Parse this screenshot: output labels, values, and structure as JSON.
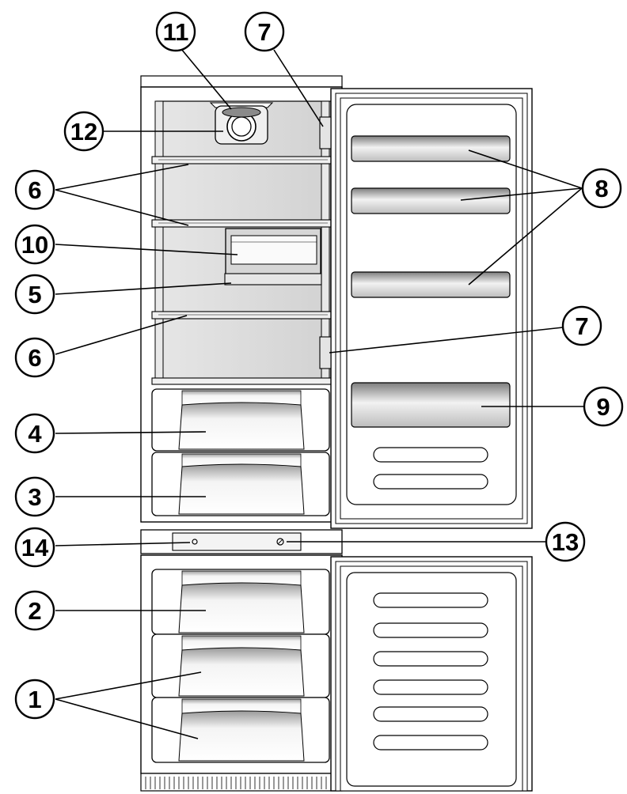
{
  "colors": {
    "outline": "#000000",
    "cabinet_shade": "#d9d9d9",
    "cabinet_light": "#ececec",
    "background": "#ffffff"
  },
  "callouts": [
    {
      "id": "c11",
      "number": "11"
    },
    {
      "id": "c7a",
      "number": "7"
    },
    {
      "id": "c12",
      "number": "12"
    },
    {
      "id": "c6a",
      "number": "6"
    },
    {
      "id": "c8",
      "number": "8"
    },
    {
      "id": "c10",
      "number": "10"
    },
    {
      "id": "c5",
      "number": "5"
    },
    {
      "id": "c7b",
      "number": "7"
    },
    {
      "id": "c6b",
      "number": "6"
    },
    {
      "id": "c9",
      "number": "9"
    },
    {
      "id": "c4",
      "number": "4"
    },
    {
      "id": "c3",
      "number": "3"
    },
    {
      "id": "c14",
      "number": "14"
    },
    {
      "id": "c13",
      "number": "13"
    },
    {
      "id": "c2",
      "number": "2"
    },
    {
      "id": "c1",
      "number": "1"
    }
  ]
}
